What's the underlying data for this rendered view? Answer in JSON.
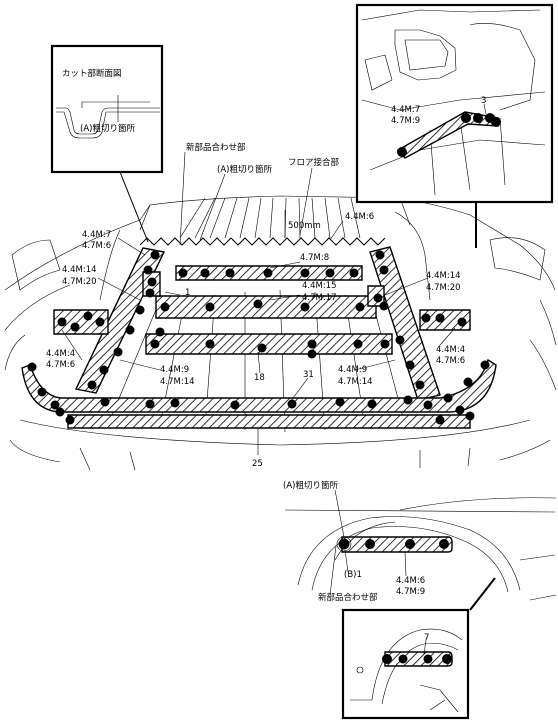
{
  "cut_section_box": {
    "title": "カット部断面図",
    "cut_label": "(A)粗切り箇所"
  },
  "floor_callouts": {
    "new_parts_joint": "新部品合わせ部",
    "rough_cut": "(A)粗切り箇所",
    "floor_joint": "フロア接合部",
    "dimension": "500mm"
  },
  "spec_labels": {
    "rear_left_upper": [
      "4.4M:7",
      "4.7M:6"
    ],
    "rear_right_top": "4.4M:6",
    "center_top": "4.7M:8",
    "left_side": [
      "4.4M:14",
      "4.7M:20"
    ],
    "right_side": [
      "4.4M:14",
      "4.7M:20"
    ],
    "center_mid": [
      "4.4M:15",
      "4.7M:17"
    ],
    "left_lower": [
      "4.4M:4",
      "4.7M:6"
    ],
    "right_lower": [
      "4.4M:4",
      "4.7M:6"
    ],
    "center_left_low": [
      "4.4M:9",
      "4.7M:14"
    ],
    "center_right_low": [
      "4.4M:9",
      "4.7M:14"
    ],
    "inset_top": [
      "4.4M:7",
      "4.7M:9"
    ],
    "wheel_arch": [
      "4.4M:6",
      "4.7M:9"
    ]
  },
  "part_numbers": {
    "p1": "1",
    "p3": "3",
    "p18": "18",
    "p31": "31",
    "p25": "25",
    "p7": "7"
  },
  "wheel_callouts": {
    "rough_cut": "(A)粗切り箇所",
    "b1": "(B)1",
    "new_parts_joint": "新部品合わせ部"
  }
}
